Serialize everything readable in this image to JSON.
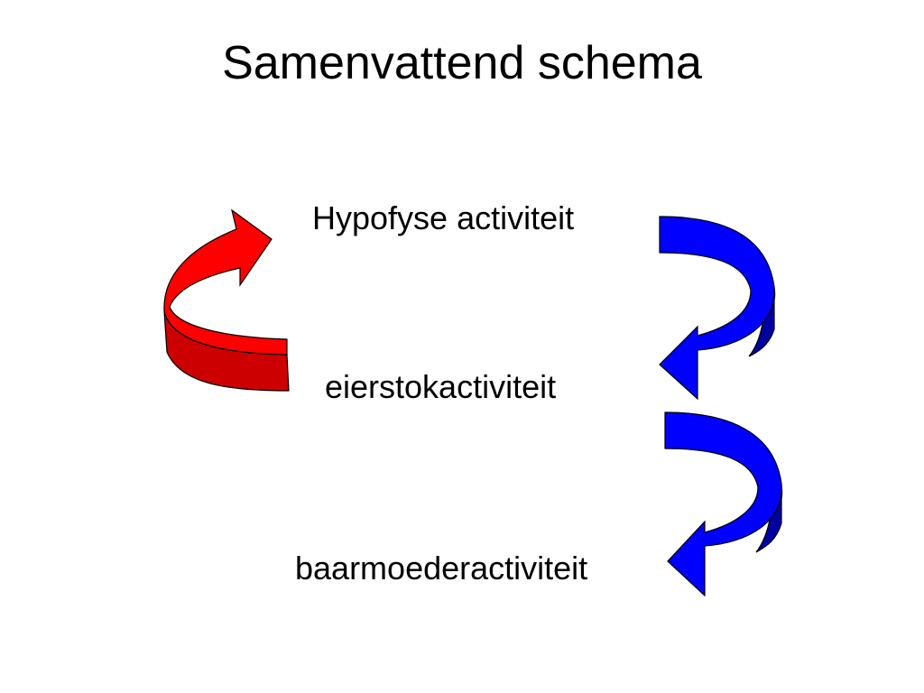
{
  "slide": {
    "title": "Samenvattend schema"
  },
  "nodes": [
    {
      "label": "Hypofyse activiteit"
    },
    {
      "label": "eierstokactiviteit"
    },
    {
      "label": "baarmoederactiviteit"
    }
  ],
  "arrows": [
    {
      "from": "eierstokactiviteit",
      "to": "Hypofyse activiteit",
      "color": "#ff0000"
    },
    {
      "from": "Hypofyse activiteit",
      "to": "eierstokactiviteit",
      "color": "#0000ff"
    },
    {
      "from": "eierstokactiviteit",
      "to": "baarmoederactiviteit",
      "color": "#0000ff"
    }
  ]
}
